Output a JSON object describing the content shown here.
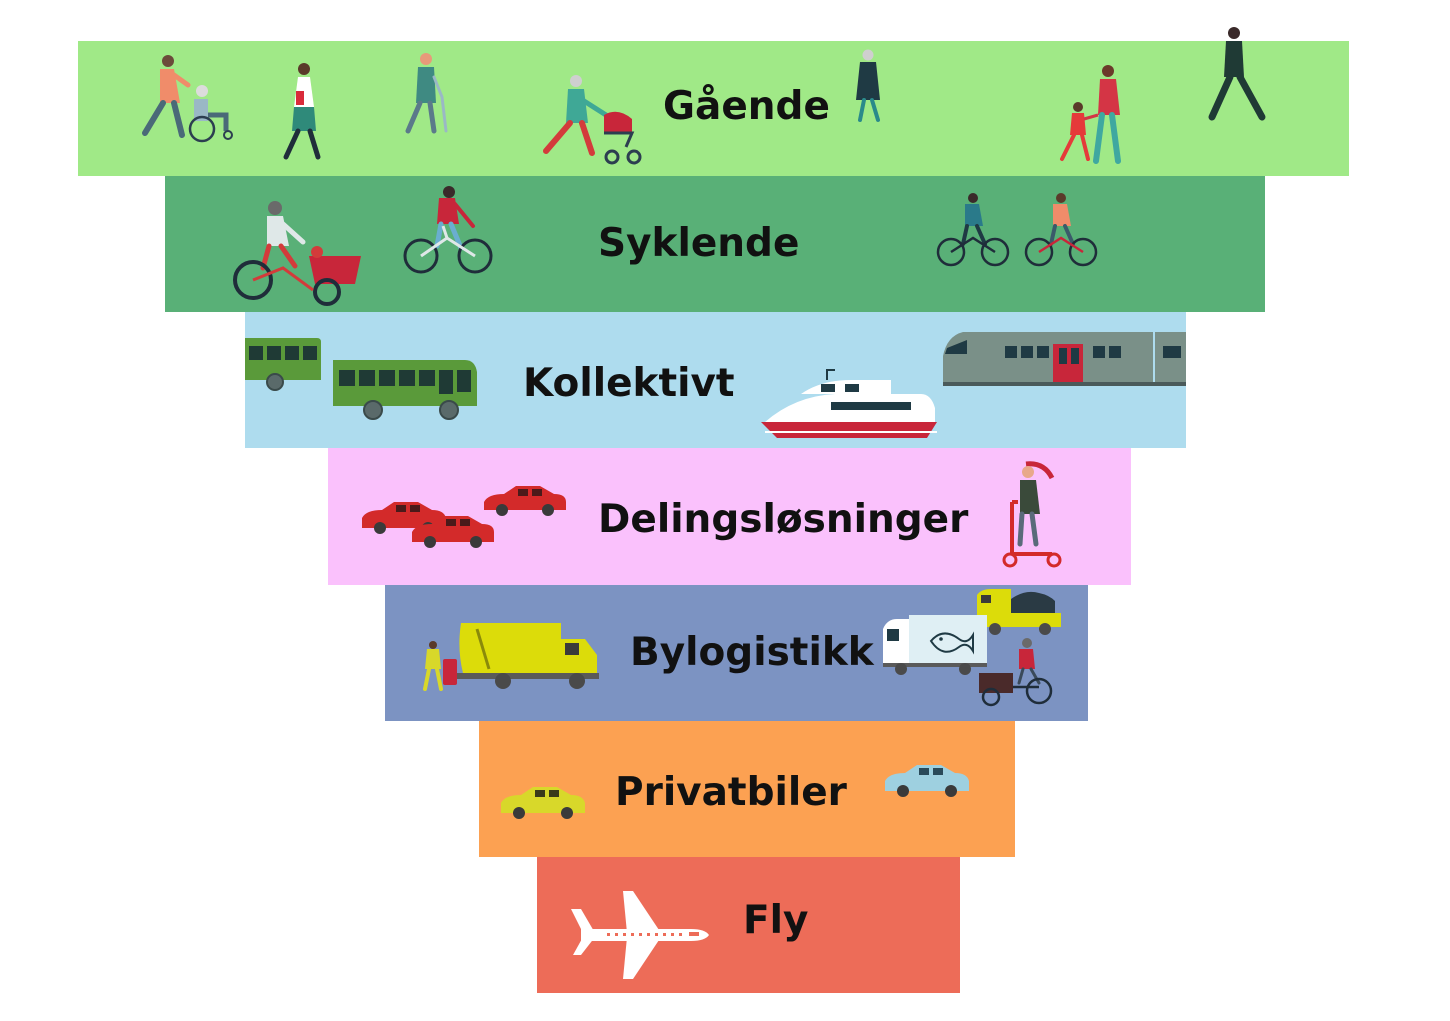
{
  "tiers": [
    {
      "label": "Gående",
      "color": "#a0e987"
    },
    {
      "label": "Syklende",
      "color": "#59b077"
    },
    {
      "label": "Kollektivt",
      "color": "#aedcee"
    },
    {
      "label": "Delingsløsninger",
      "color": "#fac1fc"
    },
    {
      "label": "Bylogistikk",
      "color": "#7c93c2"
    },
    {
      "label": "Privatbiler",
      "color": "#fca152"
    },
    {
      "label": "Fly",
      "color": "#ed6c58"
    }
  ],
  "icons": [
    "pedestrian-icon",
    "wheelchair-icon",
    "stroller-icon",
    "bicycle-icon",
    "cargo-bike-icon",
    "bus-icon",
    "train-icon",
    "ferry-icon",
    "car-icon",
    "scooter-icon",
    "garbage-truck-icon",
    "van-icon",
    "truck-icon",
    "airplane-icon"
  ]
}
